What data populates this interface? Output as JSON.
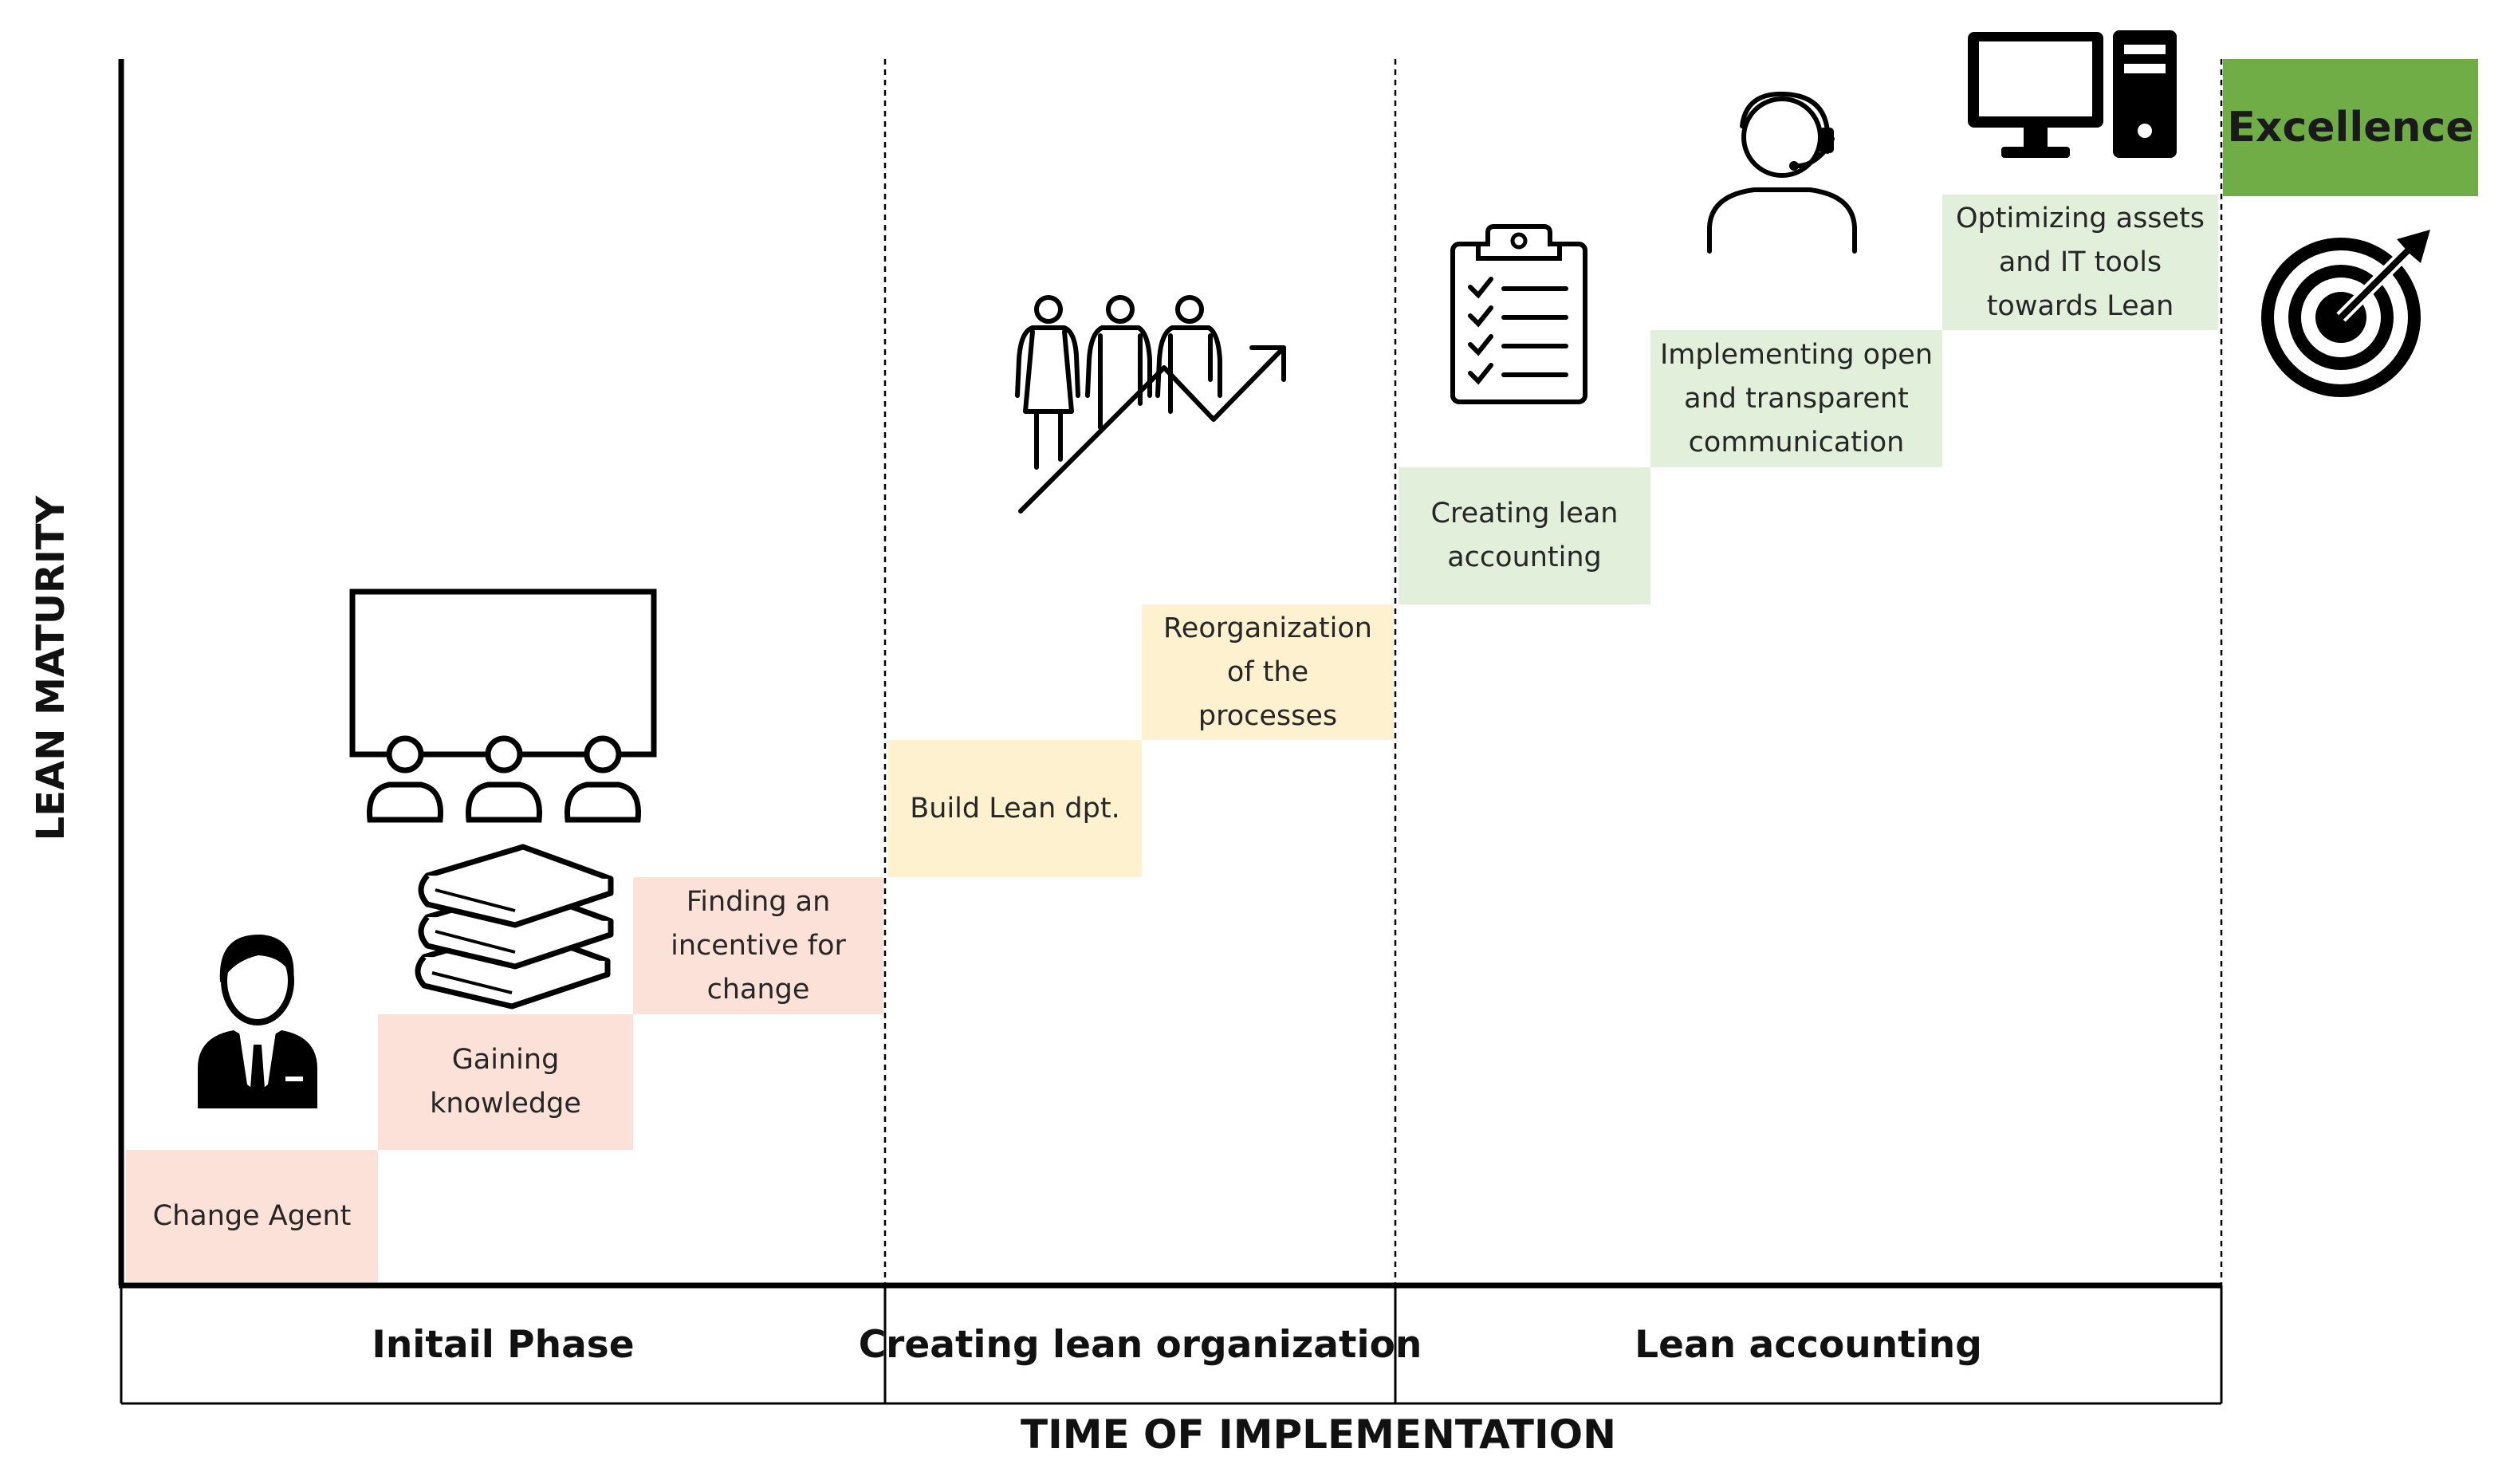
{
  "axes": {
    "y_title": "LEAN MATURITY",
    "x_title": "TIME OF IMPLEMENTATION"
  },
  "phases": [
    {
      "label": "Initail Phase"
    },
    {
      "label": "Creating lean organization"
    },
    {
      "label": "Lean accounting"
    }
  ],
  "steps": [
    {
      "label": "Change Agent",
      "phase": "Initail Phase"
    },
    {
      "label": "Gaining knowledge",
      "phase": "Initail Phase"
    },
    {
      "label": "Finding an incentive for change",
      "phase": "Initail Phase"
    },
    {
      "label": "Build Lean dpt.",
      "phase": "Creating lean organization"
    },
    {
      "label": "Reorganization of the processes",
      "phase": "Creating lean organization"
    },
    {
      "label": "Creating lean accounting",
      "phase": "Lean accounting"
    },
    {
      "label": "Implementing open and transparent communication",
      "phase": "Lean accounting"
    },
    {
      "label": "Optimizing  assets and IT tools towards Lean",
      "phase": "Lean accounting"
    }
  ],
  "goal": {
    "label": "Excellence"
  },
  "colors": {
    "initial_phase": "#fbe1d7",
    "lean_organization": "#fdf1cf",
    "lean_accounting": "#e2efda",
    "excellence": "#70ad47"
  },
  "icons": [
    "businessman-icon",
    "presentation-audience-icon",
    "books-stack-icon",
    "team-growth-icon",
    "clipboard-checklist-icon",
    "headset-operator-icon",
    "desktop-computer-icon",
    "target-arrow-icon"
  ]
}
